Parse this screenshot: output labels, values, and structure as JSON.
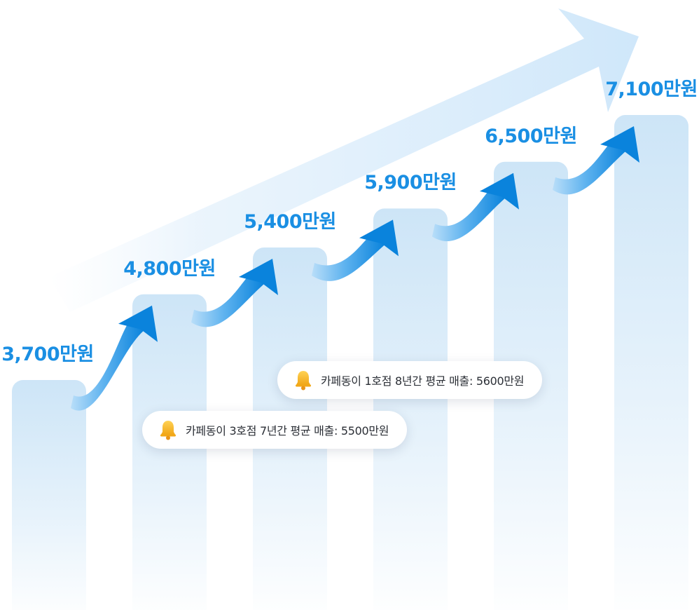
{
  "chart_data": {
    "type": "bar",
    "categories": [
      "",
      "",
      "",
      "",
      "",
      ""
    ],
    "values": [
      3700,
      4800,
      5400,
      5900,
      6500,
      7100
    ],
    "data_labels": [
      "3,700만원",
      "4,800만원",
      "5,400만원",
      "5,900만원",
      "6,500만원",
      "7,100만원"
    ],
    "title": "",
    "xlabel": "",
    "ylabel": "",
    "ylim": [
      0,
      8000
    ],
    "grid": false,
    "legend": "none",
    "annotations": [
      {
        "text": "카페동이 3호점 7년간 평균 매출: 5500만원",
        "icon": "bell-icon"
      },
      {
        "text": "카페동이 1호점 8년간 평균 매출: 5600만원",
        "icon": "bell-icon"
      }
    ]
  },
  "colors": {
    "label": "#1a8fe3",
    "bar_top": "#cfe6f7",
    "bar_bottom": "#ffffff",
    "arrow_dark": "#0a86de",
    "arrow_light": "#a9d8f8",
    "big_arrow": "#d6ebfa",
    "note_text": "#2b2f36",
    "bell": "#f5b51c"
  }
}
